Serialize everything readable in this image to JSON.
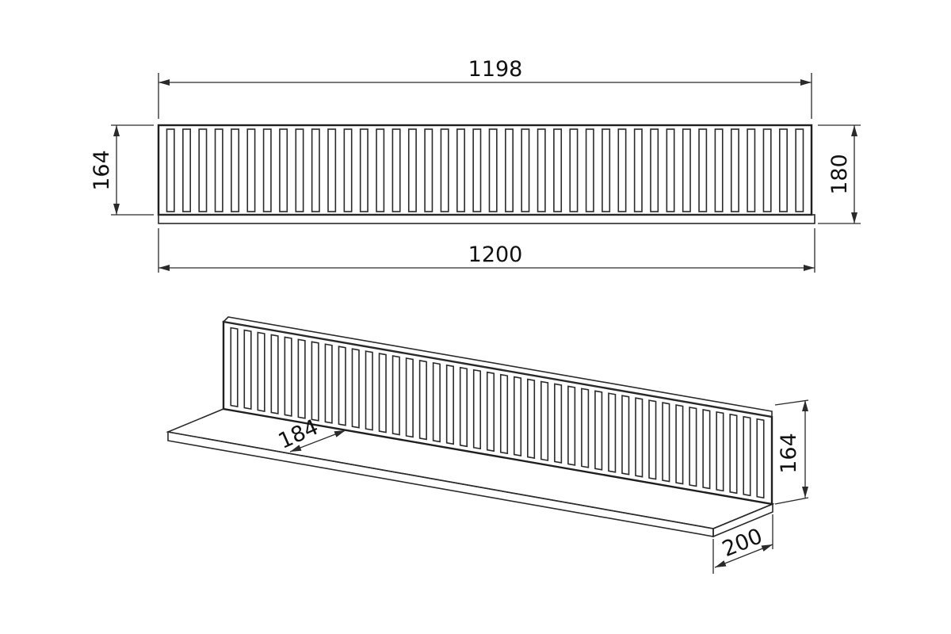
{
  "dimensions": {
    "front_top_width": "1198",
    "front_bottom_width": "1200",
    "front_left_height": "164",
    "front_right_height": "180",
    "iso_depth_inner": "184",
    "iso_height": "164",
    "iso_depth": "200"
  },
  "colors": {
    "line": "#2a2a2a",
    "text": "#111111",
    "background": "#ffffff"
  },
  "slat_count": 40
}
